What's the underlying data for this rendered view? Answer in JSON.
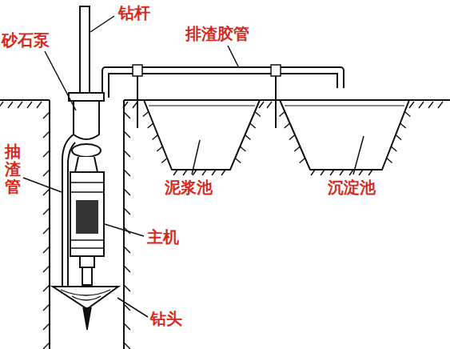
{
  "diagram": {
    "labels": [
      "钻杆",
      "排渣胶管",
      "砂石泵",
      "抽渣管",
      "主机",
      "泥浆池",
      "沉淀池",
      "钻头"
    ]
  }
}
